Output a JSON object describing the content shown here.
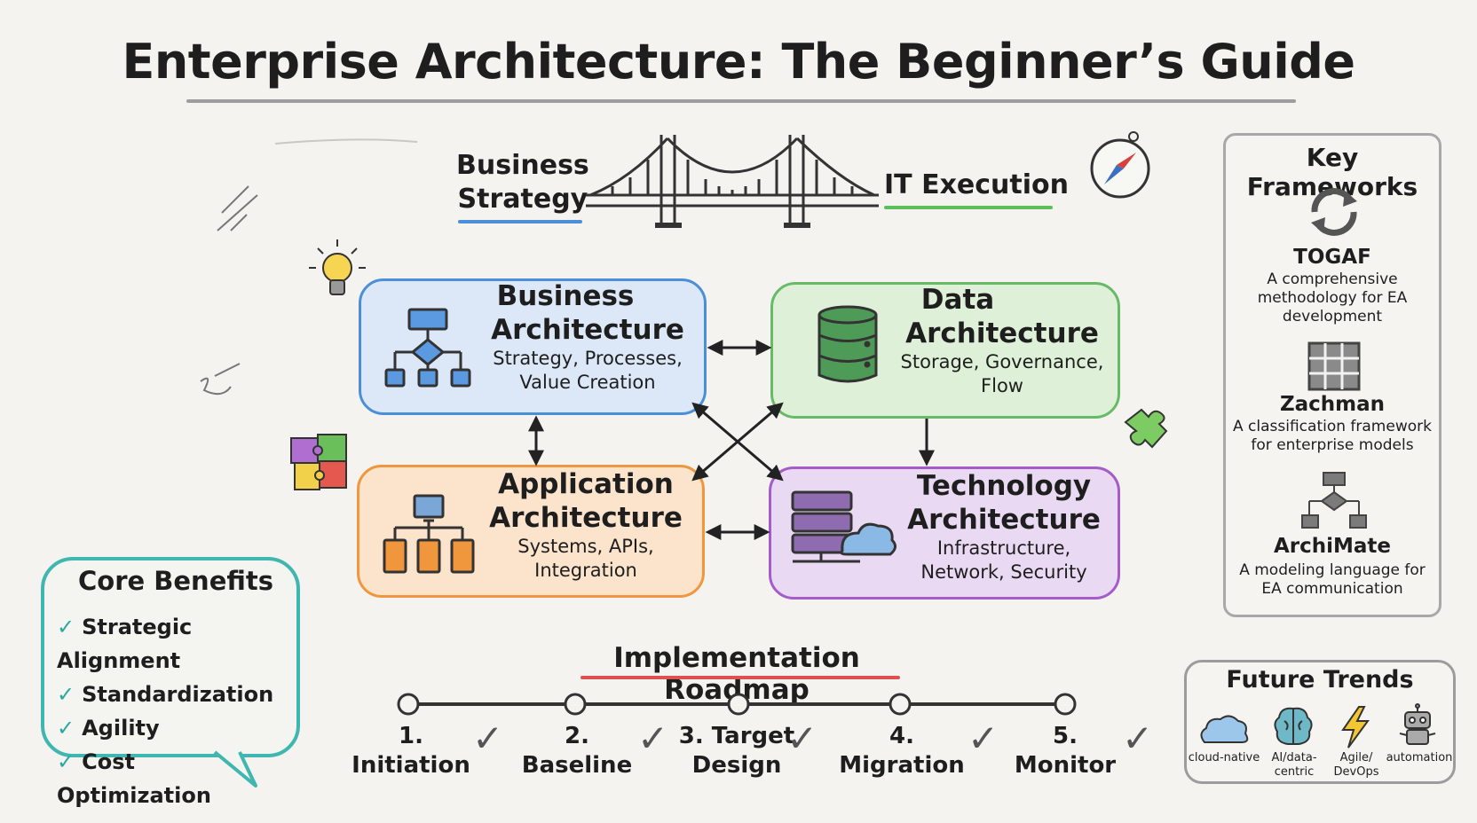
{
  "title": "Enterprise Architecture: The Beginner’s Guide",
  "bridge": {
    "left_label_line1": "Business",
    "left_label_line2": "Strategy",
    "right_label": "IT Execution"
  },
  "architecture": {
    "business": {
      "title_line1": "Business",
      "title_line2": "Architecture",
      "sub_line1": "Strategy, Processes,",
      "sub_line2": "Value Creation"
    },
    "data": {
      "title_line1": "Data",
      "title_line2": "Architecture",
      "sub_line1": "Storage, Governance,",
      "sub_line2": "Flow"
    },
    "application": {
      "title_line1": "Application",
      "title_line2": "Architecture",
      "sub_line1": "Systems, APIs,",
      "sub_line2": "Integration"
    },
    "technology": {
      "title_line1": "Technology",
      "title_line2": "Architecture",
      "sub_line1": "Infrastructure,",
      "sub_line2": "Network, Security"
    }
  },
  "frameworks": {
    "heading": "Key Frameworks",
    "items": [
      {
        "name": "TOGAF",
        "desc_line1": "A comprehensive",
        "desc_line2": "methodology for EA",
        "desc_line3": "development",
        "icon": "cycle-arrows-icon"
      },
      {
        "name": "Zachman",
        "desc_line1": "A classification framework",
        "desc_line2": "for enterprise models",
        "icon": "grid-icon"
      },
      {
        "name": "ArchiMate",
        "desc_line1": "A modeling language for",
        "desc_line2": "EA communication",
        "icon": "flowchart-icon"
      }
    ]
  },
  "benefits": {
    "heading": "Core Benefits",
    "items": [
      "Strategic Alignment",
      "Standardization",
      "Agility",
      "Cost Optimization"
    ]
  },
  "roadmap": {
    "heading": "Implementation Roadmap",
    "steps": [
      {
        "line1": "1. Initiation",
        "line2": ""
      },
      {
        "line1": "2. Baseline",
        "line2": ""
      },
      {
        "line1": "3. Target",
        "line2": "Design"
      },
      {
        "line1": "4. Migration",
        "line2": ""
      },
      {
        "line1": "5. Monitor",
        "line2": ""
      }
    ]
  },
  "trends": {
    "heading": "Future Trends",
    "items": [
      {
        "line1": "cloud-native",
        "line2": "",
        "icon": "cloud-icon"
      },
      {
        "line1": "AI/data-",
        "line2": "centric",
        "icon": "brain-icon"
      },
      {
        "line1": "Agile/",
        "line2": "DevOps",
        "icon": "lightning-icon"
      },
      {
        "line1": "automation",
        "line2": "",
        "icon": "robot-icon"
      }
    ]
  },
  "colors": {
    "business": "#4a8fd8",
    "data": "#66bb66",
    "application": "#f0963c",
    "technology": "#a45cc8",
    "benefits": "#3fb6b0",
    "roadmap_underline": "#e05050"
  }
}
